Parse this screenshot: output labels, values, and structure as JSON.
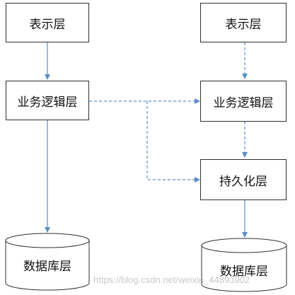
{
  "left": {
    "presentation": "表示层",
    "business": "业务逻辑层",
    "database": "数据库层"
  },
  "right": {
    "presentation": "表示层",
    "business": "业务逻辑层",
    "persistence": "持久化层",
    "database": "数据库层"
  },
  "watermark": "https://blog.csdn.net/weixin_44893902",
  "colors": {
    "box_border": "#2f2f2f",
    "arrow": "#5b8ec9"
  }
}
